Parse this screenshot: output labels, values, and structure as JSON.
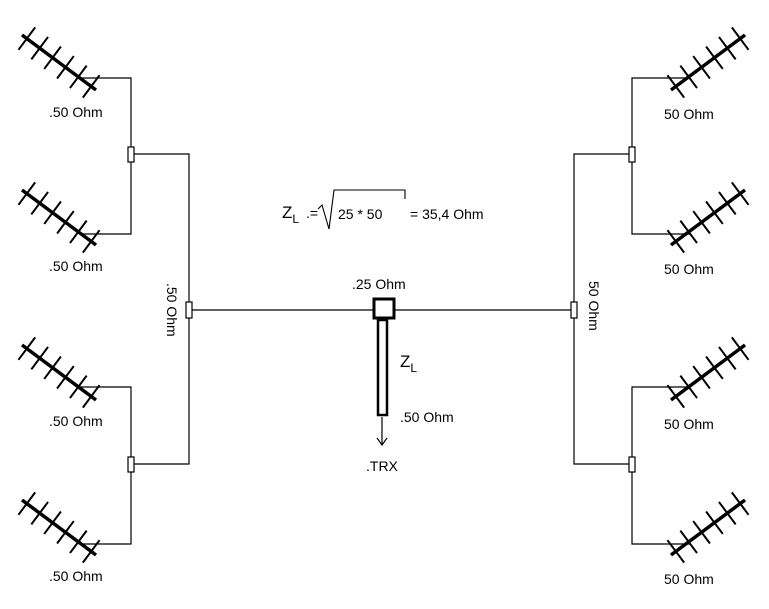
{
  "labels": {
    "left_antenna_impedance": "50 Ohm",
    "right_antenna_impedance": "50 Ohm",
    "left_branch_impedance": "50 Ohm",
    "right_branch_impedance": "50 Ohm",
    "junction_impedance": "25 Ohm",
    "output_impedance": "50 Ohm",
    "transformer_symbol": "Z",
    "transformer_subscript": "L",
    "radio_label": "TRX"
  },
  "formula": {
    "lhs_symbol": "Z",
    "lhs_subscript": "L",
    "equals": "=",
    "radicand": "25 * 50",
    "result": "= 35,4 Ohm"
  },
  "colors": {
    "line": "#000000",
    "background": "#ffffff"
  }
}
